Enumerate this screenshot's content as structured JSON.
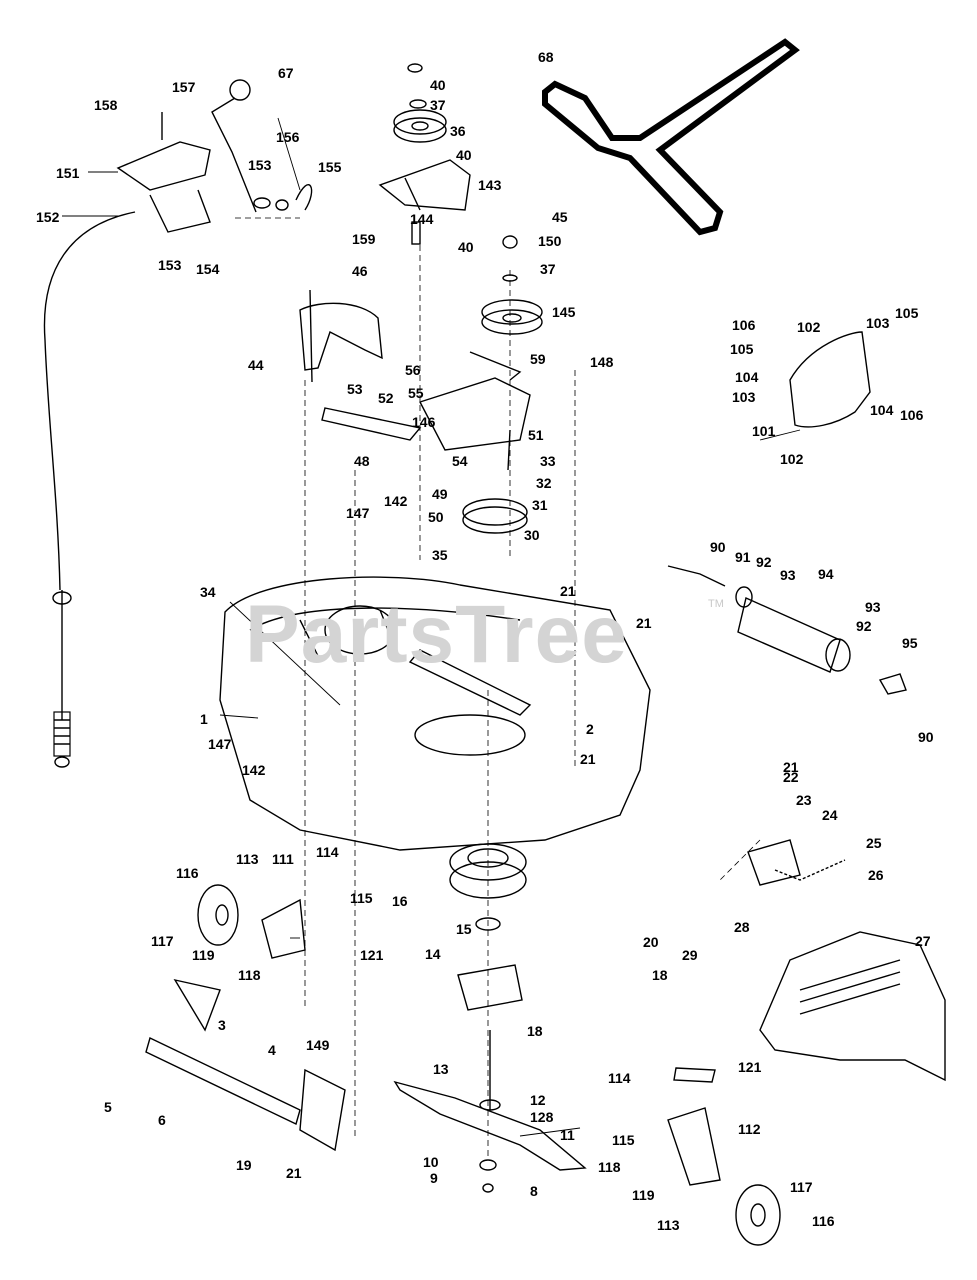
{
  "watermark": {
    "text": "PartsTree",
    "trademark": "TM"
  },
  "callouts": [
    "67",
    "158",
    "157",
    "151",
    "156",
    "153",
    "155",
    "152",
    "153",
    "154",
    "40",
    "37",
    "36",
    "40",
    "143",
    "144",
    "159",
    "68",
    "45",
    "150",
    "40",
    "37",
    "145",
    "46",
    "44",
    "106",
    "102",
    "105",
    "103",
    "105",
    "104",
    "103",
    "104",
    "106",
    "101",
    "102",
    "56",
    "59",
    "148",
    "55",
    "53",
    "52",
    "51",
    "146",
    "48",
    "54",
    "33",
    "49",
    "50",
    "32",
    "31",
    "147",
    "142",
    "30",
    "35",
    "90",
    "91",
    "92",
    "93",
    "94",
    "93",
    "92",
    "95",
    "90",
    "21",
    "21",
    "34",
    "1",
    "147",
    "2",
    "21",
    "142",
    "21",
    "22",
    "23",
    "24",
    "25",
    "26",
    "27",
    "28",
    "29",
    "116",
    "113",
    "111",
    "114",
    "115",
    "16",
    "117",
    "119",
    "121",
    "15",
    "118",
    "14",
    "20",
    "18",
    "3",
    "4",
    "149",
    "5",
    "6",
    "13",
    "12",
    "128",
    "11",
    "18",
    "114",
    "121",
    "115",
    "112",
    "118",
    "119",
    "117",
    "10",
    "9",
    "8",
    "19",
    "21",
    "113",
    "116"
  ]
}
